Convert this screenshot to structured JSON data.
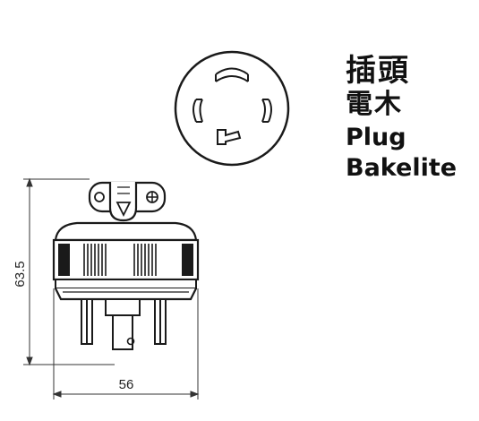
{
  "labels": {
    "name_zh": "插頭",
    "material_zh": "電木",
    "name_en": "Plug",
    "material_en": "Bakelite"
  },
  "dimensions": {
    "height": "63.5",
    "width": "56"
  }
}
